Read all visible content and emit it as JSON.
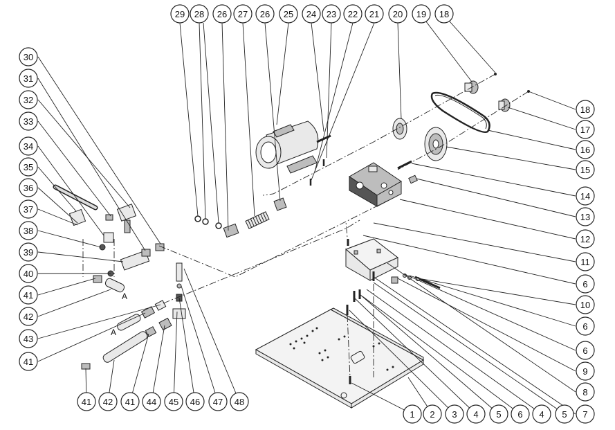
{
  "callouts": [
    {
      "id": "c-29",
      "label": "29"
    },
    {
      "id": "c-28",
      "label": "28"
    },
    {
      "id": "c-26a",
      "label": "26"
    },
    {
      "id": "c-27",
      "label": "27"
    },
    {
      "id": "c-26b",
      "label": "26"
    },
    {
      "id": "c-25",
      "label": "25"
    },
    {
      "id": "c-24",
      "label": "24"
    },
    {
      "id": "c-23",
      "label": "23"
    },
    {
      "id": "c-22",
      "label": "22"
    },
    {
      "id": "c-21",
      "label": "21"
    },
    {
      "id": "c-20",
      "label": "20"
    },
    {
      "id": "c-19",
      "label": "19"
    },
    {
      "id": "c-18a",
      "label": "18"
    },
    {
      "id": "c-30",
      "label": "30"
    },
    {
      "id": "c-31",
      "label": "31"
    },
    {
      "id": "c-32",
      "label": "32"
    },
    {
      "id": "c-33",
      "label": "33"
    },
    {
      "id": "c-34",
      "label": "34"
    },
    {
      "id": "c-35",
      "label": "35"
    },
    {
      "id": "c-36",
      "label": "36"
    },
    {
      "id": "c-37",
      "label": "37"
    },
    {
      "id": "c-38",
      "label": "38"
    },
    {
      "id": "c-39",
      "label": "39"
    },
    {
      "id": "c-40",
      "label": "40"
    },
    {
      "id": "c-41a",
      "label": "41"
    },
    {
      "id": "c-42a",
      "label": "42"
    },
    {
      "id": "c-43",
      "label": "43"
    },
    {
      "id": "c-41b",
      "label": "41"
    },
    {
      "id": "c-18b",
      "label": "18"
    },
    {
      "id": "c-17",
      "label": "17"
    },
    {
      "id": "c-16",
      "label": "16"
    },
    {
      "id": "c-15",
      "label": "15"
    },
    {
      "id": "c-14",
      "label": "14"
    },
    {
      "id": "c-13",
      "label": "13"
    },
    {
      "id": "c-12",
      "label": "12"
    },
    {
      "id": "c-11",
      "label": "11"
    },
    {
      "id": "c-6a",
      "label": "6"
    },
    {
      "id": "c-10",
      "label": "10"
    },
    {
      "id": "c-6b",
      "label": "6"
    },
    {
      "id": "c-6c",
      "label": "6"
    },
    {
      "id": "c-9",
      "label": "9"
    },
    {
      "id": "c-8",
      "label": "8"
    },
    {
      "id": "c-7",
      "label": "7"
    },
    {
      "id": "c-41c",
      "label": "41"
    },
    {
      "id": "c-42b",
      "label": "42"
    },
    {
      "id": "c-41d",
      "label": "41"
    },
    {
      "id": "c-44",
      "label": "44"
    },
    {
      "id": "c-45",
      "label": "45"
    },
    {
      "id": "c-46",
      "label": "46"
    },
    {
      "id": "c-47",
      "label": "47"
    },
    {
      "id": "c-48",
      "label": "48"
    },
    {
      "id": "c-1",
      "label": "1"
    },
    {
      "id": "c-2",
      "label": "2"
    },
    {
      "id": "c-3",
      "label": "3"
    },
    {
      "id": "c-4a",
      "label": "4"
    },
    {
      "id": "c-5a",
      "label": "5"
    },
    {
      "id": "c-6d",
      "label": "6"
    },
    {
      "id": "c-4b",
      "label": "4"
    },
    {
      "id": "c-5b",
      "label": "5"
    },
    {
      "id": "c-7b",
      "label": "7"
    }
  ],
  "hose_end_markers": {
    "left": "A",
    "right": "A"
  }
}
